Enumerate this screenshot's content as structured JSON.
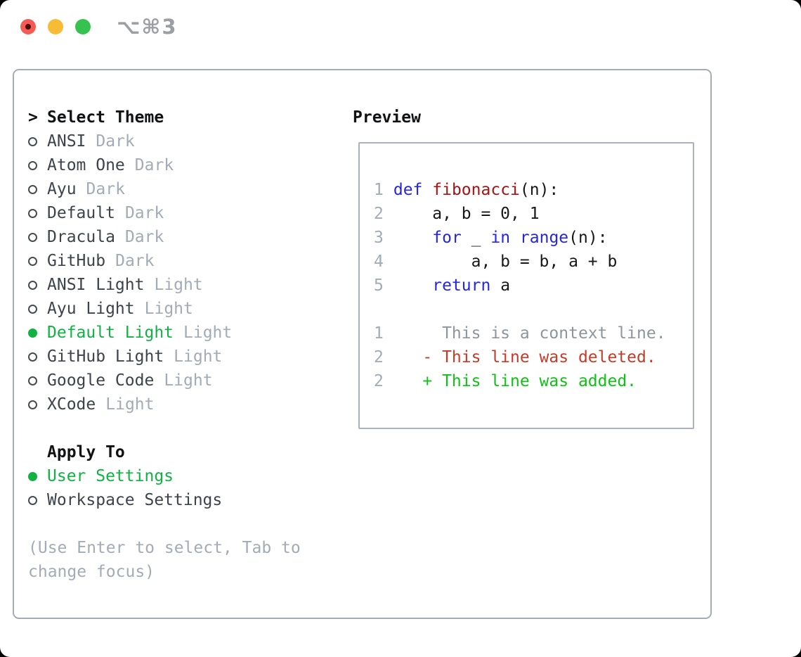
{
  "window": {
    "title": "⌥⌘3",
    "traffic_lights": [
      "close",
      "minimize",
      "zoom"
    ]
  },
  "colors": {
    "green": "#10b244",
    "added": "#10c115",
    "deleted": "#c53b28",
    "keyword": "#2525e8",
    "function": "#a31515",
    "muted": "#a2abb6",
    "context": "#8d959d"
  },
  "theme_panel": {
    "header_prompt": ">",
    "header": "Select Theme",
    "items": [
      {
        "name": "ANSI",
        "variant": "Dark",
        "selected": false
      },
      {
        "name": "Atom One",
        "variant": "Dark",
        "selected": false
      },
      {
        "name": "Ayu",
        "variant": "Dark",
        "selected": false
      },
      {
        "name": "Default",
        "variant": "Dark",
        "selected": false
      },
      {
        "name": "Dracula",
        "variant": "Dark",
        "selected": false
      },
      {
        "name": "GitHub",
        "variant": "Dark",
        "selected": false
      },
      {
        "name": "ANSI Light",
        "variant": "Light",
        "selected": false
      },
      {
        "name": "Ayu Light",
        "variant": "Light",
        "selected": false
      },
      {
        "name": "Default Light",
        "variant": "Light",
        "selected": true
      },
      {
        "name": "GitHub Light",
        "variant": "Light",
        "selected": false
      },
      {
        "name": "Google Code",
        "variant": "Light",
        "selected": false
      },
      {
        "name": "XCode",
        "variant": "Light",
        "selected": false
      }
    ]
  },
  "apply_to": {
    "header": "Apply To",
    "options": [
      {
        "label": "User Settings",
        "selected": true
      },
      {
        "label": "Workspace Settings",
        "selected": false
      }
    ]
  },
  "help_text": "(Use Enter to select, Tab to change focus)",
  "preview": {
    "title": "Preview",
    "lines": [
      {
        "kind": "code",
        "num": "1",
        "segments": [
          {
            "text": " ",
            "color": "plain"
          },
          {
            "text": "def",
            "color": "keyword"
          },
          {
            "text": " ",
            "color": "plain"
          },
          {
            "text": "fibonacci",
            "color": "function"
          },
          {
            "text": "(n):",
            "color": "plain"
          }
        ]
      },
      {
        "kind": "code",
        "num": "2",
        "segments": [
          {
            "text": "     a, b = 0, 1",
            "color": "plain"
          }
        ]
      },
      {
        "kind": "code",
        "num": "3",
        "segments": [
          {
            "text": "     ",
            "color": "plain"
          },
          {
            "text": "for",
            "color": "keyword"
          },
          {
            "text": " _ ",
            "color": "plain"
          },
          {
            "text": "in",
            "color": "keyword"
          },
          {
            "text": " ",
            "color": "plain"
          },
          {
            "text": "range",
            "color": "keyword"
          },
          {
            "text": "(n):",
            "color": "plain"
          }
        ]
      },
      {
        "kind": "code",
        "num": "4",
        "segments": [
          {
            "text": "         a, b = b, a + b",
            "color": "plain"
          }
        ]
      },
      {
        "kind": "code",
        "num": "5",
        "segments": [
          {
            "text": "     ",
            "color": "plain"
          },
          {
            "text": "return",
            "color": "keyword"
          },
          {
            "text": " a",
            "color": "plain"
          }
        ]
      },
      {
        "kind": "blank",
        "num": "",
        "segments": []
      },
      {
        "kind": "diff-context",
        "num": "1",
        "segments": [
          {
            "text": "      This is a context line.",
            "color": "context"
          }
        ]
      },
      {
        "kind": "diff-deleted",
        "num": "2",
        "segments": [
          {
            "text": "    - This line was deleted.",
            "color": "deleted"
          }
        ]
      },
      {
        "kind": "diff-added",
        "num": "2",
        "segments": [
          {
            "text": "    + This line was added.",
            "color": "added"
          }
        ]
      }
    ]
  }
}
